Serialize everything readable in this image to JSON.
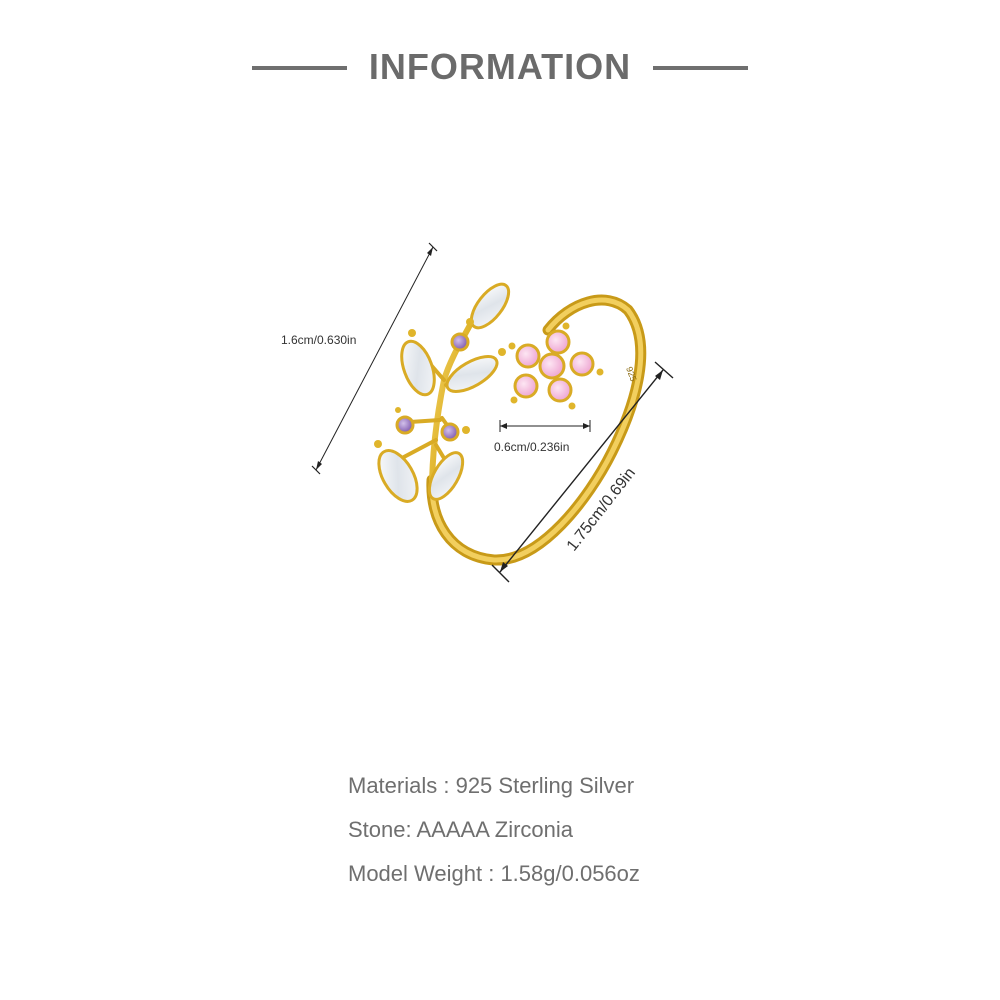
{
  "header": {
    "title": "INFORMATION"
  },
  "dimensions": {
    "height": "1.6cm/0.630in",
    "flower_width": "0.6cm/0.236in",
    "ring_width": "1.75cm/0.69in",
    "stamp": "925"
  },
  "specs": [
    {
      "text": "Materials : 925 Sterling Silver"
    },
    {
      "text": "Stone: AAAAA Zirconia"
    },
    {
      "text": "Model Weight : 1.58g/0.056oz"
    }
  ],
  "colors": {
    "text_gray": "#6f6f6f",
    "gold": "#e0b52b",
    "gold_dark": "#c89a18",
    "pink_stone": "#f3b8dc",
    "purple_stone": "#9b7bc2",
    "clear_stone": "#eef1f5"
  }
}
